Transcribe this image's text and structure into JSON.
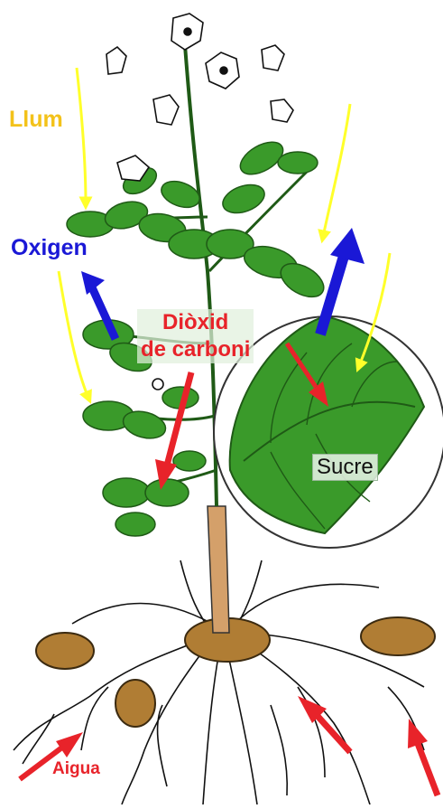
{
  "labels": {
    "light": "Llum",
    "oxygen": "Oxigen",
    "co2_line1": "Diòxid",
    "co2_line2": "de carboni",
    "sugar": "Sucre",
    "water": "Aigua"
  },
  "colors": {
    "light": "#f3c21a",
    "light_arrow": "#ffff2a",
    "oxygen": "#1a18d6",
    "co2": "#e8232a",
    "water": "#e8232a",
    "sugar_text": "#111111",
    "leaf": "#3a9a2a",
    "leaf_dark": "#1f5a16",
    "stem": "#d4a06a",
    "tuber": "#b07d34",
    "roots": "#111111"
  },
  "icons": {
    "flowers": "flower-icon",
    "tubers": "potato-tuber-icon",
    "magnifier": "leaf-magnifier-circle"
  }
}
